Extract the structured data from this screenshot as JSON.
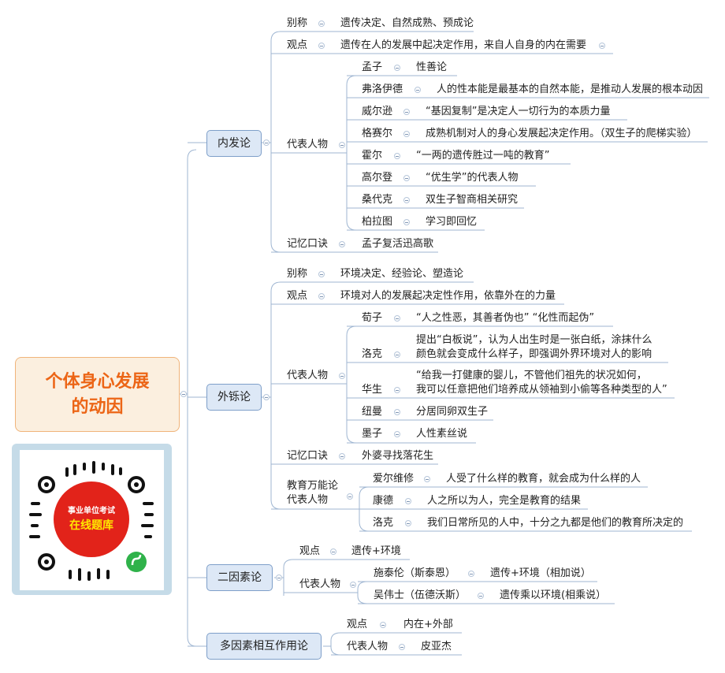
{
  "root": {
    "title": "个体身心发展\n的动因"
  },
  "logo": {
    "line1": "事业单位考试",
    "line2": "在线题库"
  },
  "colors": {
    "root_text": "#ec6516",
    "root_bg": "#fbefdf",
    "branch_bg": "#dde8f6",
    "line": "#9fb6d2",
    "logo_red": "#e2231a",
    "logo_yellow": "#ffe600"
  },
  "nodes": {
    "neifa": {
      "label": "内发论",
      "bieming_label": "别称",
      "bieming_value": "遗传决定、自然成熟、预成论",
      "guandian_label": "观点",
      "guandian_value": "遗传在人的发展中起决定作用，来自人自身的内在需要",
      "people_label": "代表人物",
      "people": [
        {
          "name": "孟子",
          "desc": "性善论"
        },
        {
          "name": "弗洛伊德",
          "desc": "人的性本能是最基本的自然本能，是推动人发展的根本动因"
        },
        {
          "name": "威尔逊",
          "desc": "“基因复制”是决定人一切行为的本质力量"
        },
        {
          "name": "格赛尔",
          "desc": "成熟机制对人的身心发展起决定作用。（双生子的爬梯实验）"
        },
        {
          "name": "霍尔",
          "desc": "“一两的遗传胜过一吨的教育”"
        },
        {
          "name": "高尔登",
          "desc": "“优生学”的代表人物"
        },
        {
          "name": "桑代克",
          "desc": "双生子智商相关研究"
        },
        {
          "name": "柏拉图",
          "desc": "学习即回忆"
        }
      ],
      "mnemonic_label": "记忆口诀",
      "mnemonic_value": "孟子复活迅高歌"
    },
    "waishuo": {
      "label": "外铄论",
      "bieming_label": "别称",
      "bieming_value": "环境决定、经验论、塑造论",
      "guandian_label": "观点",
      "guandian_value": "环境对人的发展起决定性作用，依靠外在的力量",
      "people_label": "代表人物",
      "people": [
        {
          "name": "荀子",
          "desc": "“人之性恶，其善者伪也” “化性而起伪”"
        },
        {
          "name": "洛克",
          "desc": "提出“白板说”，认为人出生时是一张白纸，涂抹什么\n颜色就会变成什么样子，即强调外界环境对人的影响"
        },
        {
          "name": "华生",
          "desc": "“给我一打健康的婴儿，不管他们祖先的状况如何，\n我可以任意把他们培养成从领袖到小偷等各种类型的人”"
        },
        {
          "name": "纽曼",
          "desc": "分居同卵双生子"
        },
        {
          "name": "墨子",
          "desc": "人性素丝说"
        }
      ],
      "mnemonic_label": "记忆口诀",
      "mnemonic_value": "外婆寻找落花生",
      "edu_label": "教育万能论\n代表人物",
      "edu_people": [
        {
          "name": "爱尔维修",
          "desc": "人受了什么样的教育，就会成为什么样的人"
        },
        {
          "name": "康德",
          "desc": "人之所以为人，完全是教育的结果"
        },
        {
          "name": "洛克",
          "desc": "我们日常所见的人中，十分之九都是他们的教育所决定的"
        }
      ]
    },
    "eryinsu": {
      "label": "二因素论",
      "guandian_label": "观点",
      "guandian_value": "遗传+环境",
      "people_label": "代表人物",
      "people": [
        {
          "name": "施泰伦（斯泰恩）",
          "desc": "遗传+环境（相加说）"
        },
        {
          "name": "吴伟士（伍德沃斯）",
          "desc": "遗传乘以环境(相乘说）"
        }
      ]
    },
    "duoyinsu": {
      "label": "多因素相互作用论",
      "guandian_label": "观点",
      "guandian_value": "内在+外部",
      "people_label": "代表人物",
      "people_value": "皮亚杰"
    }
  }
}
